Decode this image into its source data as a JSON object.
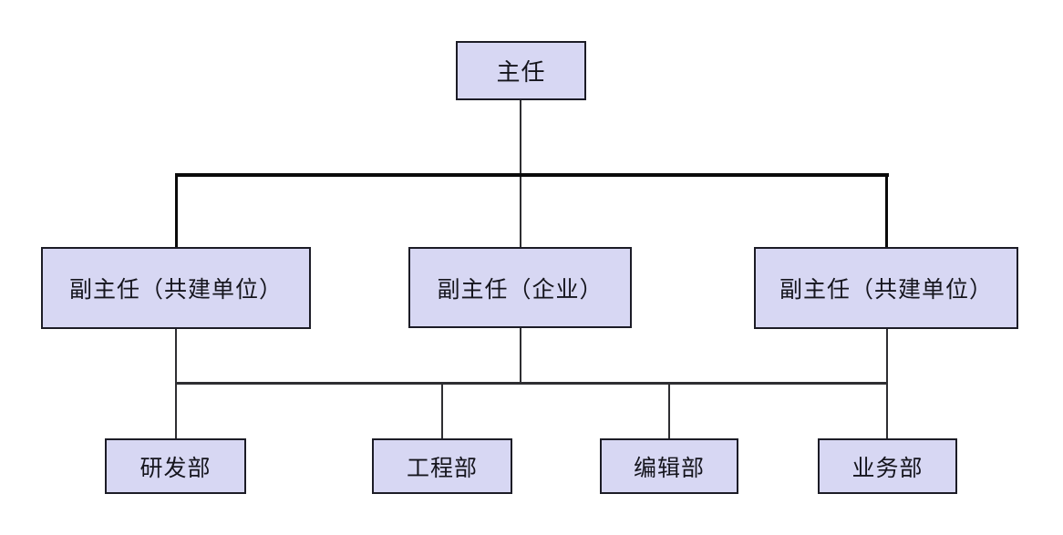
{
  "diagram": {
    "type": "org-chart",
    "colors": {
      "background": "#ffffff",
      "node_fill": "#d7d7f3",
      "node_border": "#1c1c26",
      "line_color": "#2e2e32",
      "heavy_line_color": "#0a0a0a",
      "text_color": "#15151d"
    },
    "nodes": {
      "director": {
        "label": "主任",
        "level": 1
      },
      "deputies": [
        {
          "label": "副主任（共建单位）",
          "level": 2
        },
        {
          "label": "副主任（企业）",
          "level": 2
        },
        {
          "label": "副主任（共建单位）",
          "level": 2
        }
      ],
      "departments": [
        {
          "label": "研发部",
          "level": 3
        },
        {
          "label": "工程部",
          "level": 3
        },
        {
          "label": "编辑部",
          "level": 3
        },
        {
          "label": "业务部",
          "level": 3
        }
      ]
    },
    "edges": {
      "top_bus": {
        "parent": "主任",
        "children": [
          "副主任（共建单位）",
          "副主任（企业）",
          "副主任（共建单位）"
        ]
      },
      "bottom_bus": {
        "parents": [
          "副主任（共建单位）",
          "副主任（企业）",
          "副主任（共建单位）"
        ],
        "children": [
          "研发部",
          "工程部",
          "编辑部",
          "业务部"
        ]
      }
    }
  }
}
